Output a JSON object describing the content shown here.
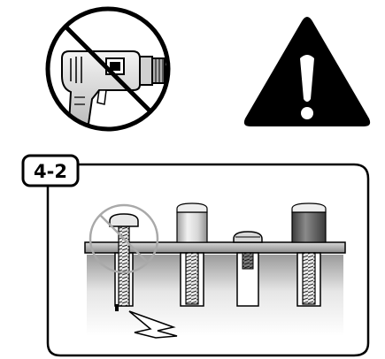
{
  "step": {
    "label": "4-2"
  },
  "icons": {
    "no_drill": "no-power-drill-icon",
    "warning": "warning-triangle-icon",
    "prohibited_screw": "prohibition-icon"
  },
  "fasteners": [
    "screw-prohibited",
    "screw-with-spacer",
    "short-screw-with-sleeve",
    "screw-with-dark-spacer"
  ],
  "colors": {
    "ink": "#000000",
    "paper": "#ffffff",
    "steel": "#cfcfcf",
    "dark_spacer": "#555555"
  }
}
